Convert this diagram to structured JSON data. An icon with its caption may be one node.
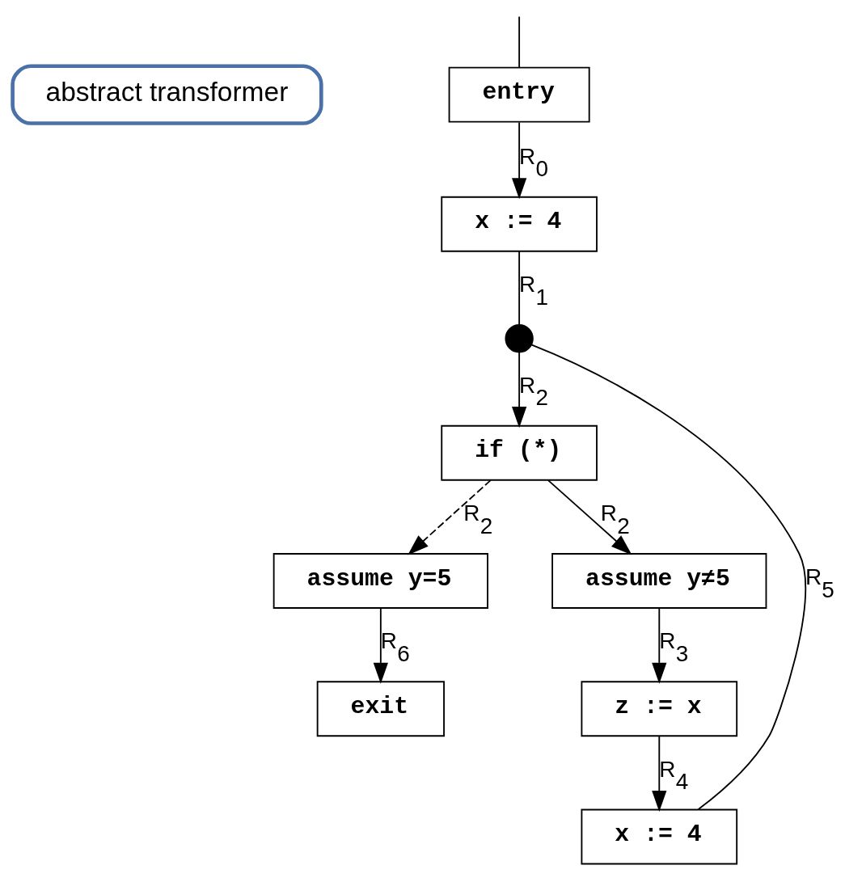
{
  "diagram": {
    "nodes": [
      {
        "text": [
          "abstract transformer"
        ]
      },
      {
        "text": [
          "entry"
        ]
      },
      {
        "text": [
          "x := 4"
        ]
      },
      {
        "text": [],
        "shape": "circle"
      },
      {
        "text": [
          "if (*)"
        ]
      },
      {
        "text": [
          "assume y=5"
        ]
      },
      {
        "text": [
          "assume y≠5"
        ]
      },
      {
        "text": [
          "exit"
        ]
      },
      {
        "text": [
          "z := x"
        ]
      },
      {
        "text": [
          "x := 4"
        ]
      }
    ],
    "edges": [
      {
        "from": null,
        "to": 1,
        "arrow": "none"
      },
      {
        "from": 1,
        "to": 2,
        "arrow": "to",
        "label": "R$_{0}$"
      },
      {
        "from": 2,
        "to": 3,
        "arrow": "none",
        "label": "R$_{1}$"
      },
      {
        "from": 3,
        "to": 4,
        "arrow": "to",
        "label": "R$_{2}$"
      },
      {
        "from": 4,
        "to": 5,
        "arrow": "to",
        "label": "R$_{2}$",
        "style": "dashed"
      },
      {
        "from": 4,
        "to": 6,
        "arrow": "to",
        "label": "R$_{2}$"
      },
      {
        "from": 5,
        "to": 7,
        "arrow": "to",
        "label": "R$_{6}$"
      },
      {
        "from": 6,
        "to": 8,
        "arrow": "to",
        "label": "R$_{3}$"
      },
      {
        "from": 8,
        "to": 9,
        "arrow": "to",
        "label": "R$_{4}$"
      },
      {
        "from": 9,
        "to": 3,
        "arrow": "none",
        "label": "R$_{5}$"
      }
    ]
  }
}
